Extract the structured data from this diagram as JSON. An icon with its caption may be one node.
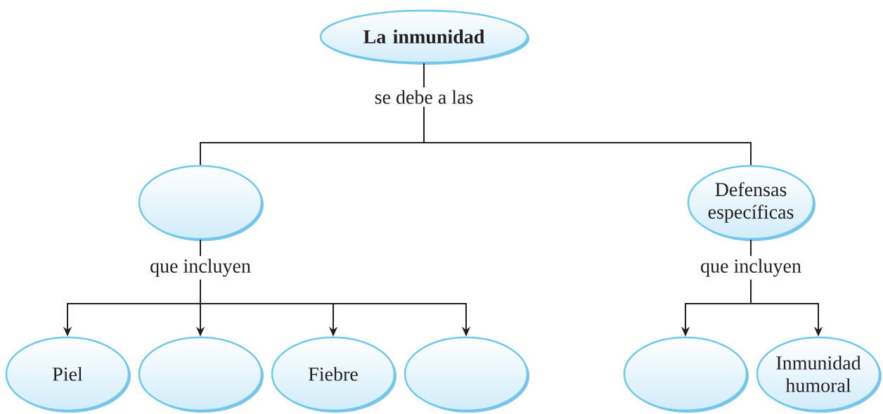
{
  "diagram": {
    "nodes": [
      {
        "text": [
          "La inmunidad"
        ]
      },
      {
        "text": [],
        "shape": "ellipse"
      },
      {
        "text": [
          "Defensas específicas"
        ]
      },
      {
        "text": [
          "Piel"
        ]
      },
      {
        "text": [],
        "shape": "ellipse"
      },
      {
        "text": [
          "Fiebre"
        ]
      },
      {
        "text": [],
        "shape": "ellipse"
      },
      {
        "text": [],
        "shape": "ellipse"
      },
      {
        "text": [
          "Inmunidad humoral"
        ]
      }
    ],
    "edges": [
      {
        "from": 0,
        "to": 1,
        "arrow": "none",
        "label": "se debe a las"
      },
      {
        "from": 0,
        "to": 2,
        "arrow": "none"
      },
      {
        "from": 1,
        "to": 3,
        "arrow": "to",
        "label": "que incluyen"
      },
      {
        "from": 1,
        "to": 4,
        "arrow": "to"
      },
      {
        "from": 1,
        "to": 5,
        "arrow": "to"
      },
      {
        "from": 1,
        "to": 6,
        "arrow": "to"
      },
      {
        "from": 2,
        "to": 7,
        "arrow": "to",
        "label": "que incluyen"
      },
      {
        "from": 2,
        "to": 8,
        "arrow": "to"
      }
    ]
  }
}
